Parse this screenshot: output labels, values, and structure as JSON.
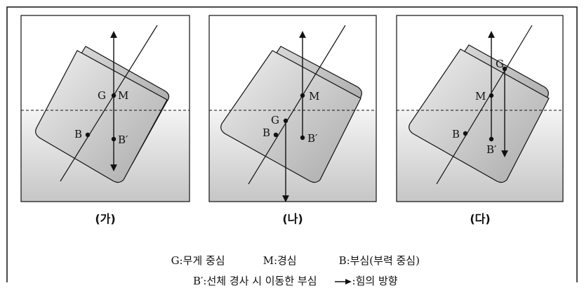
{
  "panels": [
    {
      "caption": "(가)",
      "labels": {
        "G": "G",
        "M": "M",
        "B": "B",
        "Bp": "B′"
      }
    },
    {
      "caption": "(나)",
      "labels": {
        "G": "G",
        "M": "M",
        "B": "B",
        "Bp": "B′"
      }
    },
    {
      "caption": "(다)",
      "labels": {
        "G": "G",
        "M": "M",
        "B": "B",
        "Bp": "B′"
      }
    }
  ],
  "legend": {
    "g_text": "G:무게 중심",
    "m_text": "M:경심",
    "b_text": "B:부심(부력 중심)",
    "bp_text": "B′:선체 경사 시 이동한 부심",
    "arrow_text": ":힘의 방향"
  },
  "colors": {
    "water_top": "#f2f2f2",
    "water_bottom": "#c9c9c9",
    "hull_light": "#e6e6e6",
    "hull_dark": "#bdbdbd",
    "stroke": "#111111"
  }
}
